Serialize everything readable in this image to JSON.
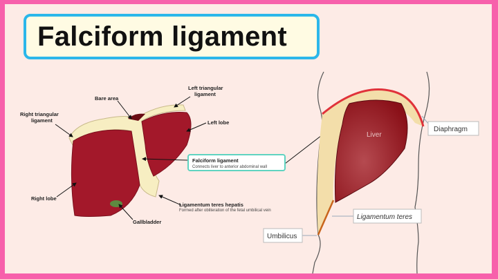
{
  "title": "Falciform ligament",
  "left_diagram": {
    "labels": {
      "bare_area": "Bare area",
      "left_triangular_1": "Left triangular",
      "left_triangular_2": "ligament",
      "right_triangular_1": "Right triangular",
      "right_triangular_2": "ligament",
      "left_lobe": "Left lobe",
      "right_lobe": "Right lobe",
      "gallbladder": "Gallbladder",
      "falciform_title": "Falciform ligament",
      "falciform_sub": "Connects liver to anterior abdominal wall",
      "teres_title": "Ligamentum teres hepatis",
      "teres_sub": "Formed after obliteration of the fetal umbilical vein"
    }
  },
  "right_diagram": {
    "labels": {
      "liver": "Liver",
      "diaphragm": "Diaphragm",
      "ligamentum_teres": "Ligamentum teres",
      "umbilicus": "Umbilicus"
    }
  },
  "colors": {
    "frame": "#f760ab",
    "title_border": "#2bb7ea",
    "liver": "#a3182a",
    "ligament": "#f7eec2"
  }
}
